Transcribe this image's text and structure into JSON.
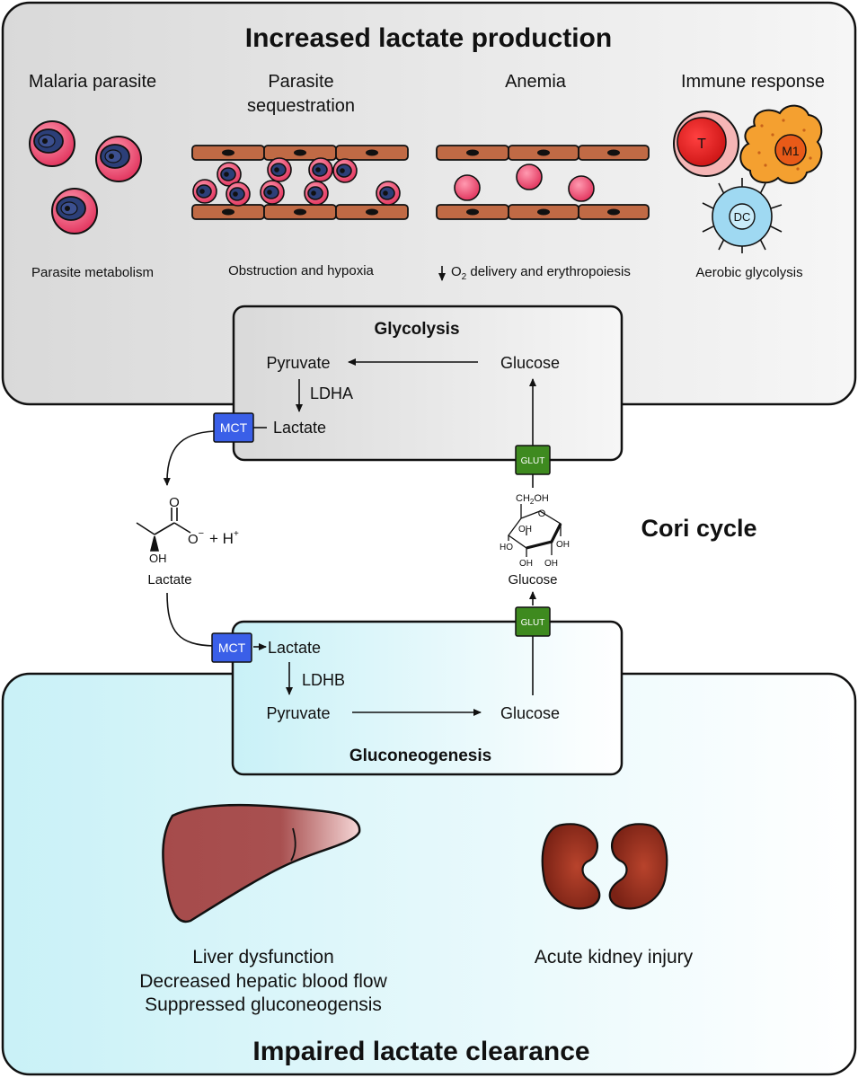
{
  "top": {
    "title": "Increased lactate production",
    "sections": {
      "malaria": {
        "title": "Malaria parasite",
        "caption": "Parasite metabolism"
      },
      "sequestration": {
        "title_line1": "Parasite",
        "title_line2": "sequestration",
        "caption": "Obstruction and hypoxia"
      },
      "anemia": {
        "title": "Anemia",
        "caption_o": "O",
        "caption_sub": "2",
        "caption_rest": " delivery and erythropoiesis"
      },
      "immune": {
        "title": "Immune response",
        "caption": "Aerobic glycolysis",
        "cell_t": "T",
        "cell_m1": "M1",
        "cell_dc": "DC"
      }
    }
  },
  "glycolysis": {
    "title": "Glycolysis",
    "pyruvate": "Pyruvate",
    "glucose": "Glucose",
    "enzyme": "LDHA",
    "lactate": "Lactate"
  },
  "transporters": {
    "mct": "MCT",
    "glut": "GLUT"
  },
  "middle": {
    "lactate_label": "Lactate",
    "o_atom": "O",
    "o_minus": "O",
    "minus": "−",
    "plus_h": "+ H",
    "h_plus": "+",
    "oh": "OH",
    "glucose_label": "Glucose",
    "ch2oh_a": "CH",
    "ch2oh_b": "2",
    "ch2oh_c": "OH",
    "ring_o": "O",
    "ring_oh": "OH",
    "ring_ho": "HO",
    "cori": "Cori cycle"
  },
  "gluconeogenesis": {
    "title": "Gluconeogenesis",
    "lactate": "Lactate",
    "enzyme": "LDHB",
    "pyruvate": "Pyruvate",
    "glucose": "Glucose"
  },
  "bottom": {
    "title": "Impaired lactate clearance",
    "liver_line1": "Liver dysfunction",
    "liver_line2": "Decreased hepatic blood flow",
    "liver_line3": "Suppressed gluconeogensis",
    "kidney": "Acute kidney injury"
  },
  "colors": {
    "top_panel": "#e6e6e6",
    "bottom_panel": "#d9f7fb",
    "mct": "#3a5fe8",
    "glut": "#3e8a1f",
    "rbc": "#e84a6a",
    "endothelium": "#c06a45",
    "liver": "#a64b4b",
    "kidney": "#9b3422",
    "t_cell": "#e02020",
    "m1": "#f4a030",
    "dc": "#9fd9f2"
  }
}
